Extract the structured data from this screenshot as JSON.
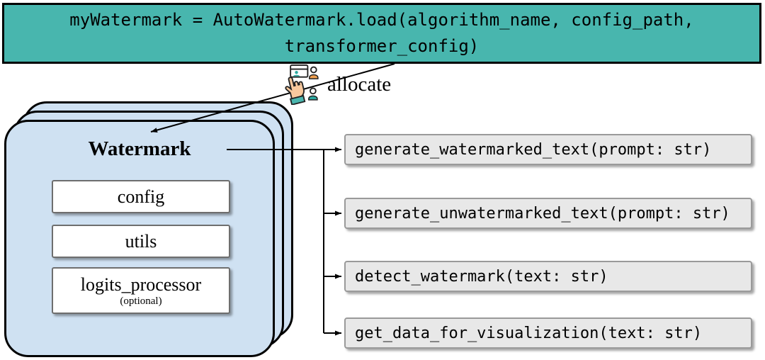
{
  "banner": {
    "code_line1": "myWatermark = AutoWatermark.load(algorithm_name, config_path,",
    "code_line2": "transformer_config)"
  },
  "allocate": {
    "label": "allocate",
    "icon": "allocate-people-hand-icon"
  },
  "watermark_card": {
    "title": "Watermark",
    "modules": [
      {
        "label": "config"
      },
      {
        "label": "utils"
      },
      {
        "label": "logits_processor",
        "note": "(optional)"
      }
    ]
  },
  "methods": [
    {
      "label": "generate_watermarked_text(prompt: str)"
    },
    {
      "label": "generate_unwatermarked_text(prompt: str)"
    },
    {
      "label": "detect_watermark(text: str)"
    },
    {
      "label": "get_data_for_visualization(text: str)"
    }
  ],
  "colors": {
    "banner_bg": "#48b6ae",
    "card_bg": "#cfe1f2",
    "module_bg": "#ffffff",
    "method_bg": "#e8e8e8"
  }
}
